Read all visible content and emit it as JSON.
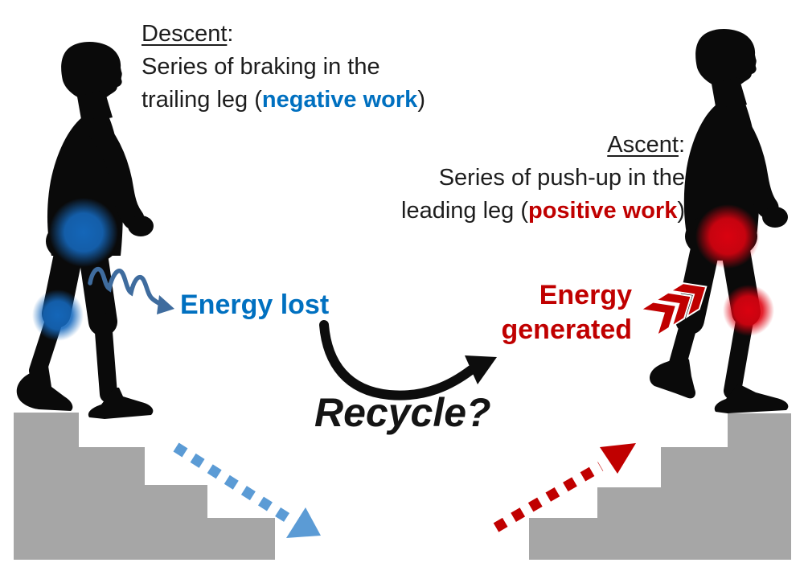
{
  "figure": {
    "background": "#ffffff",
    "descent_annotation": {
      "heading": "Descent",
      "heading_suffix": ":",
      "line1": "Series of braking in the",
      "line2_prefix": "trailing leg (",
      "line2_highlight": "negative work",
      "line2_suffix": ")",
      "highlight_color": "#0070C0"
    },
    "ascent_annotation": {
      "heading": "Ascent",
      "heading_suffix": ":",
      "line1": "Series of push-up in the",
      "line2_prefix": "leading leg (",
      "line2_highlight": "positive work",
      "line2_suffix": ")",
      "highlight_color": "#C00000"
    },
    "energy_lost_label": {
      "text": "Energy lost",
      "color": "#0070C0"
    },
    "energy_generated_label": {
      "line1": "Energy",
      "line2": "generated",
      "color": "#C00000"
    },
    "recycle_label": {
      "text": "Recycle?",
      "color": "#141414"
    },
    "colors": {
      "silhouette": "#0a0a0a",
      "stairs": "#A6A6A6",
      "descent_dashed_arrow": "#5B9BD5",
      "ascent_dashed_arrow": "#C00000",
      "energy_loss_squiggle": "#3F6C9E",
      "recycle_arrow": "#0d0d0d",
      "glow_blue": "#1569BE",
      "glow_red": "#E00210",
      "chevron_red": "#C00000",
      "chevron_gap": "#ffffff"
    }
  }
}
